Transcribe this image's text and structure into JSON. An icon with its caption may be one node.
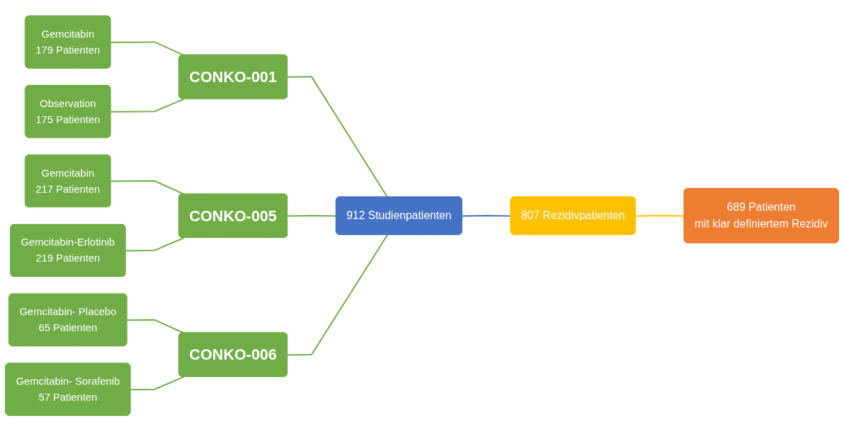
{
  "diagram": {
    "nodes": [
      {
        "text": [
          "Gemcitabin",
          "179 Patienten"
        ]
      },
      {
        "text": [
          "Observation",
          "175 Patienten"
        ]
      },
      {
        "text": [
          "CONKO-001"
        ]
      },
      {
        "text": [
          "Gemcitabin",
          "217 Patienten"
        ]
      },
      {
        "text": [
          "Gemcitabin-Erlotinib",
          "219 Patienten"
        ]
      },
      {
        "text": [
          "CONKO-005"
        ]
      },
      {
        "text": [
          "Gemcitabin- Placebo",
          "65 Patienten"
        ]
      },
      {
        "text": [
          "Gemcitabin- Sorafenib",
          "57 Patienten"
        ]
      },
      {
        "text": [
          "CONKO-006"
        ]
      },
      {
        "text": [
          "912 Studienpatienten"
        ]
      },
      {
        "text": [
          "807 Rezidivpatienten"
        ]
      },
      {
        "text": [
          "689 Patienten",
          "mit klar definiertem Rezidiv"
        ]
      }
    ],
    "edges": [
      {
        "from": 0,
        "to": 2,
        "arrow": "none"
      },
      {
        "from": 1,
        "to": 2,
        "arrow": "none"
      },
      {
        "from": 3,
        "to": 5,
        "arrow": "none"
      },
      {
        "from": 4,
        "to": 5,
        "arrow": "none"
      },
      {
        "from": 6,
        "to": 8,
        "arrow": "none"
      },
      {
        "from": 7,
        "to": 8,
        "arrow": "none"
      },
      {
        "from": 2,
        "to": 9,
        "arrow": "none"
      },
      {
        "from": 5,
        "to": 9,
        "arrow": "none"
      },
      {
        "from": 8,
        "to": 9,
        "arrow": "none"
      },
      {
        "from": 9,
        "to": 10,
        "arrow": "none",
        "color": "#4472c4"
      },
      {
        "from": 10,
        "to": 11,
        "arrow": "none",
        "color": "#ffc000"
      }
    ]
  }
}
